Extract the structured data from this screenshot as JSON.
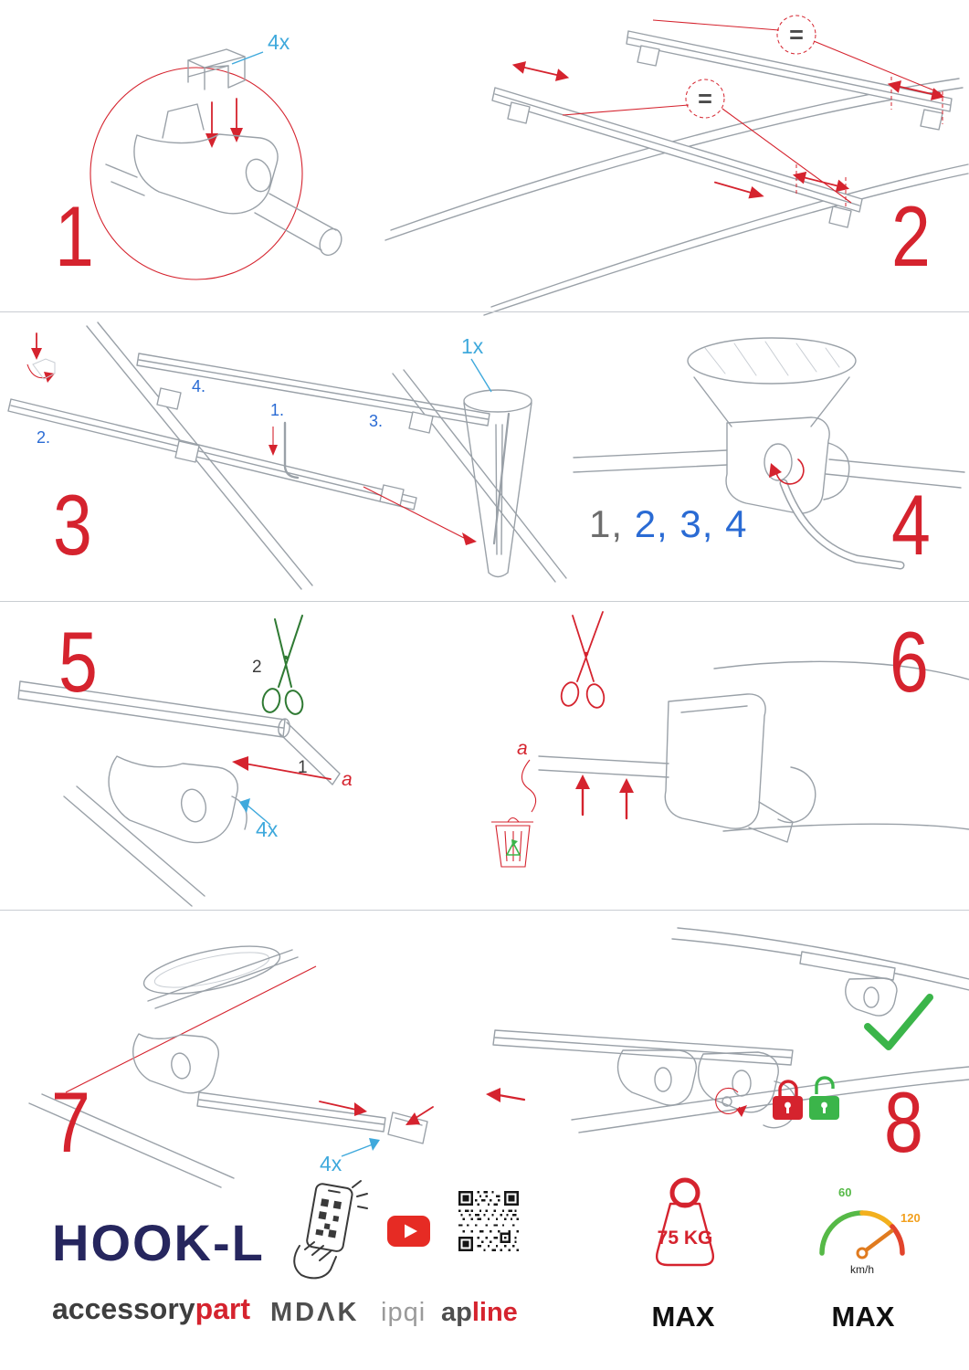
{
  "colors": {
    "red": "#d5232e",
    "blue": "#3fa9dc",
    "deepblue": "#2a6bd4",
    "green": "#3bb54a",
    "dgreen": "#2f7a33",
    "navy": "#26265e",
    "ytred": "#e62b24"
  },
  "steps": {
    "s1": {
      "num": "1",
      "qty": "4x"
    },
    "s2": {
      "num": "2",
      "eq1": "=",
      "eq2": "="
    },
    "s3": {
      "num": "3",
      "qty": "1x",
      "l1": "1.",
      "l2": "2.",
      "l3": "3.",
      "l4": "4."
    },
    "s4": {
      "num": "4",
      "seq_done": "1,",
      "seq_todo": "2, 3, 4"
    },
    "s5": {
      "num": "5",
      "scissors_label": "2",
      "arrow_label": "1",
      "a": "a",
      "qty": "4x"
    },
    "s6": {
      "num": "6",
      "a": "a"
    },
    "s7": {
      "num": "7",
      "qty": "4x"
    },
    "s8": {
      "num": "8"
    }
  },
  "footer": {
    "brand": "HOOK-L",
    "brand_sub_left": "accessory",
    "brand_sub_right": "part",
    "logo_mdak": "MDΛK",
    "logo_ipqi": "ipqi",
    "logo_ap": "ap",
    "logo_line": "line",
    "weight_value": "75 KG",
    "weight_max_label": "MAX",
    "speed_max_label": "MAX",
    "speed_unit": "km/h",
    "speed_60": "60",
    "speed_120": "120"
  },
  "icons": [
    "magnifier-circle",
    "scissors-icon-green",
    "scissors-icon-red",
    "trash-bin-icon",
    "recycle-icon",
    "check-icon",
    "lock-closed-icon",
    "lock-open-icon",
    "phone-qr-icon",
    "youtube-icon",
    "qr-code",
    "weight-icon",
    "speedometer-icon"
  ]
}
